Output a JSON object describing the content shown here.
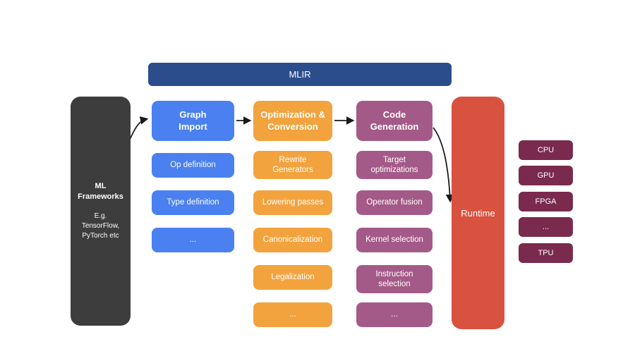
{
  "colors": {
    "banner_blue": "#2b4d8c",
    "graph_import_blue": "#4a80f0",
    "optimization_orange": "#f2a33e",
    "code_generation_mauve": "#a45a88",
    "runtime_red": "#d9523f",
    "hardware_maroon": "#7a2b4d",
    "frameworks_gray": "#3d3d3d",
    "arrow": "#1a1a1a"
  },
  "diagram": {
    "banner": "MLIR",
    "ml_frameworks": {
      "title": "ML Frameworks",
      "subtitle": "E.g. TensorFlow, PyTorch etc"
    },
    "columns": [
      {
        "header": "Graph Import",
        "items": [
          "Op definition",
          "Type definition",
          "..."
        ]
      },
      {
        "header": "Optimization & Conversion",
        "items": [
          "Rewrite Generators",
          "Lowering passes",
          "Canonicalization",
          "Legalization",
          "..."
        ]
      },
      {
        "header": "Code Generation",
        "items": [
          "Target optimizations",
          "Operator fusion",
          "Kernel selection",
          "Instruction selection",
          "..."
        ]
      }
    ],
    "runtime": "Runtime",
    "hardware": [
      "CPU",
      "GPU",
      "FPGA",
      "...",
      "TPU"
    ]
  }
}
